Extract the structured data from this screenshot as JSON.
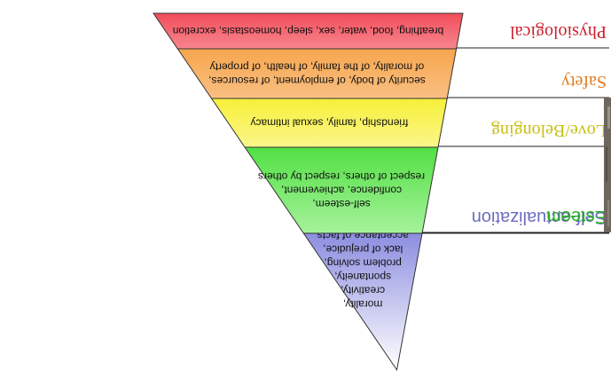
{
  "levels": [
    {
      "name": "Physiological",
      "color": "#cc1f2b",
      "fill_top": "#f24d5a",
      "fill_bottom": "#f7858e",
      "lines": [
        "breathing, food, water, sex, sleep, homeostasis, excretion"
      ]
    },
    {
      "name": "Safety",
      "color": "#e07a20",
      "fill_top": "#f7a64e",
      "fill_bottom": "#f9bf82",
      "lines": [
        "security of body, of employment, of resources,",
        "of morality, of the family, of health, of property"
      ]
    },
    {
      "name": "Love/Belonging",
      "color": "#c9bf13",
      "fill_top": "#f7f03a",
      "fill_bottom": "#fbf68a",
      "lines": [
        "friendship, family, sexual intimacy"
      ]
    },
    {
      "name": "Esteem",
      "color": "#22b21c",
      "fill_top": "#52e044",
      "fill_bottom": "#a6f29b",
      "lines": [
        "self-esteem,",
        "confidence, achievement,",
        "respect of others, respect by others"
      ]
    },
    {
      "name": "Self-actualization",
      "color": "#6c6cc0",
      "fill_top": "#8c8de0",
      "fill_bottom": "#ffffff",
      "lines": [
        "morality,",
        "creativity,",
        "spontaneity,",
        "problem solving,",
        "lack of prejudice,",
        "acceptance of facts"
      ]
    }
  ]
}
